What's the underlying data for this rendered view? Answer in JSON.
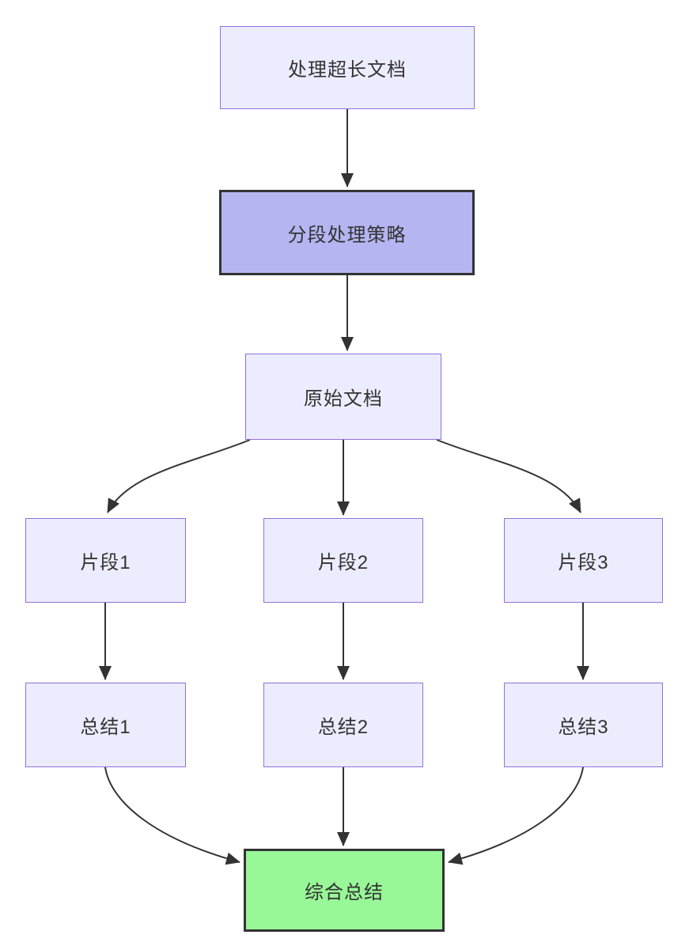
{
  "diagram": {
    "type": "flowchart",
    "direction": "top-down",
    "nodes": [
      {
        "id": "A",
        "label": "处理超长文档",
        "style": "default"
      },
      {
        "id": "B",
        "label": "分段处理策略",
        "style": "highlight"
      },
      {
        "id": "C",
        "label": "原始文档",
        "style": "default"
      },
      {
        "id": "D1",
        "label": "片段1",
        "style": "default"
      },
      {
        "id": "D2",
        "label": "片段2",
        "style": "default"
      },
      {
        "id": "D3",
        "label": "片段3",
        "style": "default"
      },
      {
        "id": "E1",
        "label": "总结1",
        "style": "default"
      },
      {
        "id": "E2",
        "label": "总结2",
        "style": "default"
      },
      {
        "id": "E3",
        "label": "总结3",
        "style": "default"
      },
      {
        "id": "F",
        "label": "综合总结",
        "style": "success"
      }
    ],
    "edges": [
      {
        "from": "A",
        "to": "B"
      },
      {
        "from": "B",
        "to": "C"
      },
      {
        "from": "C",
        "to": "D1"
      },
      {
        "from": "C",
        "to": "D2"
      },
      {
        "from": "C",
        "to": "D3"
      },
      {
        "from": "D1",
        "to": "E1"
      },
      {
        "from": "D2",
        "to": "E2"
      },
      {
        "from": "D3",
        "to": "E3"
      },
      {
        "from": "E1",
        "to": "F"
      },
      {
        "from": "E2",
        "to": "F"
      },
      {
        "from": "E3",
        "to": "F"
      }
    ],
    "colors": {
      "node_fill": "#ECECFF",
      "node_border": "#9370DB",
      "highlight_fill": "#B5B5F2",
      "highlight_border": "#333333",
      "success_fill": "#98F898",
      "success_border": "#333333",
      "edge": "#333333",
      "text": "#333333",
      "background": "#FFFFFF"
    }
  }
}
